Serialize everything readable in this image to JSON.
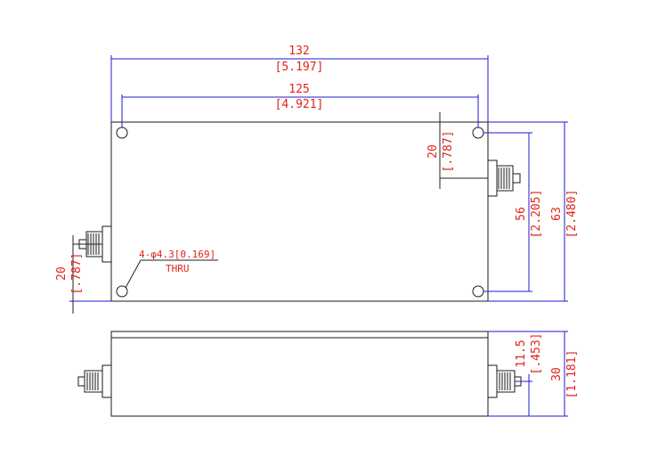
{
  "top_view": {
    "overall_length": {
      "value": "132",
      "inch": "[5.197]"
    },
    "hole_spacing_x": {
      "value": "125",
      "inch": "[4.921]"
    },
    "connector_offset_right": {
      "value": "20",
      "inch": "[.787]"
    },
    "connector_offset_left": {
      "value": "20",
      "inch": "[.787]"
    },
    "hole_spacing_y": {
      "value": "56",
      "inch": "[2.205]"
    },
    "overall_width": {
      "value": "63",
      "inch": "[2.480]"
    },
    "hole_callout": {
      "spec": "4-φ4.3[0.169]",
      "note": "THRU"
    }
  },
  "side_view": {
    "connector_height": {
      "value": "11.5",
      "inch": "[.453]"
    },
    "overall_height": {
      "value": "30",
      "inch": "[1.181]"
    }
  },
  "colors": {
    "dimension_text": "#e2231a",
    "extension_line": "#1b1bd6",
    "outline": "#1a1a1a"
  }
}
